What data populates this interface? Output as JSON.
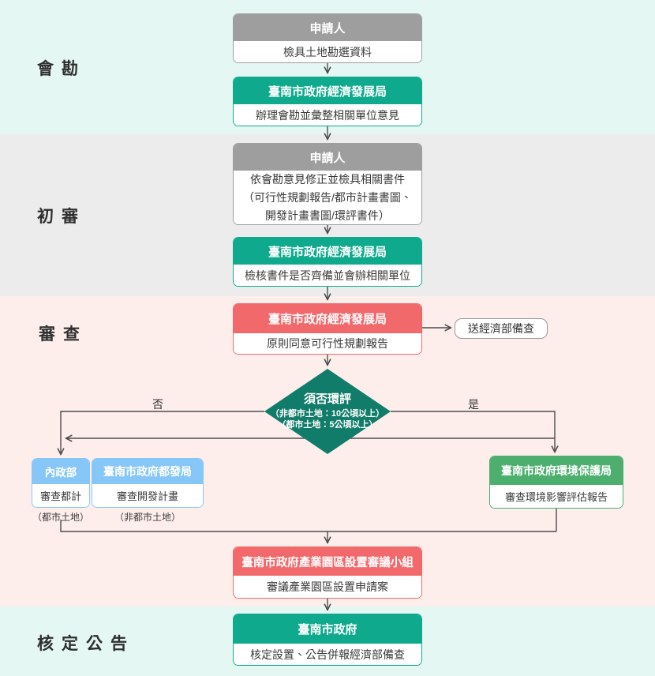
{
  "sections": {
    "survey": {
      "label": "會勘"
    },
    "preliminary": {
      "label": "初審"
    },
    "review": {
      "label": "審查"
    },
    "final": {
      "label": "核定公告"
    }
  },
  "nodes": {
    "applicant_survey": {
      "header": "申請人",
      "body": "檢具土地勘選資料"
    },
    "econ_survey": {
      "header": "臺南市政府經濟發展局",
      "body": "辦理會勘並彙整相關單位意見"
    },
    "applicant_prelim": {
      "header": "申請人",
      "body_lines": [
        "依會勘意見修正並檢具相關書件",
        "（可行性規劃報告/都市計畫書圖、",
        "開發計畫書圖/環評書件）"
      ]
    },
    "econ_prelim": {
      "header": "臺南市政府經濟發展局",
      "body": "檢核書件是否齊備並會辦相關單位"
    },
    "econ_review": {
      "header": "臺南市政府經濟發展局",
      "body": "原則同意可行性規劃報告"
    },
    "send_moea": {
      "label": "送經濟部備查"
    },
    "moi": {
      "header": "內政部",
      "body": "審查都計",
      "caption": "（都市土地）"
    },
    "urban_dev": {
      "header": "臺南市政府都發局",
      "body": "審查開發計畫",
      "caption": "（非都市土地）"
    },
    "epa": {
      "header": "臺南市政府環境保護局",
      "body": "審查環境影響評估報告"
    },
    "committee": {
      "header": "臺南市政府產業園區設置審議小組",
      "body": "審議產業園區設置申請案"
    },
    "city_gov": {
      "header": "臺南市政府",
      "body": "核定設置、公告併報經濟部備查"
    }
  },
  "decision": {
    "title": "須否環評",
    "condition1": "（非都市土地：10公頃以上）",
    "condition2": "（都市土地：5公頃以上）",
    "no_label": "否",
    "yes_label": "是"
  },
  "colors": {
    "band_survey_bg": "#e4f7f2",
    "band_preliminary_bg": "#ececec",
    "band_review_bg": "#fdeeec",
    "band_final_bg": "#e4f7f2",
    "gray_header": "#9e9e9e",
    "teal_header": "#0faa8e",
    "red_header": "#f2696c",
    "blue_header": "#87c7f8",
    "green_header": "#4caf6e",
    "diamond_fill": "#127c6b",
    "connector": "#4d4d4d"
  }
}
